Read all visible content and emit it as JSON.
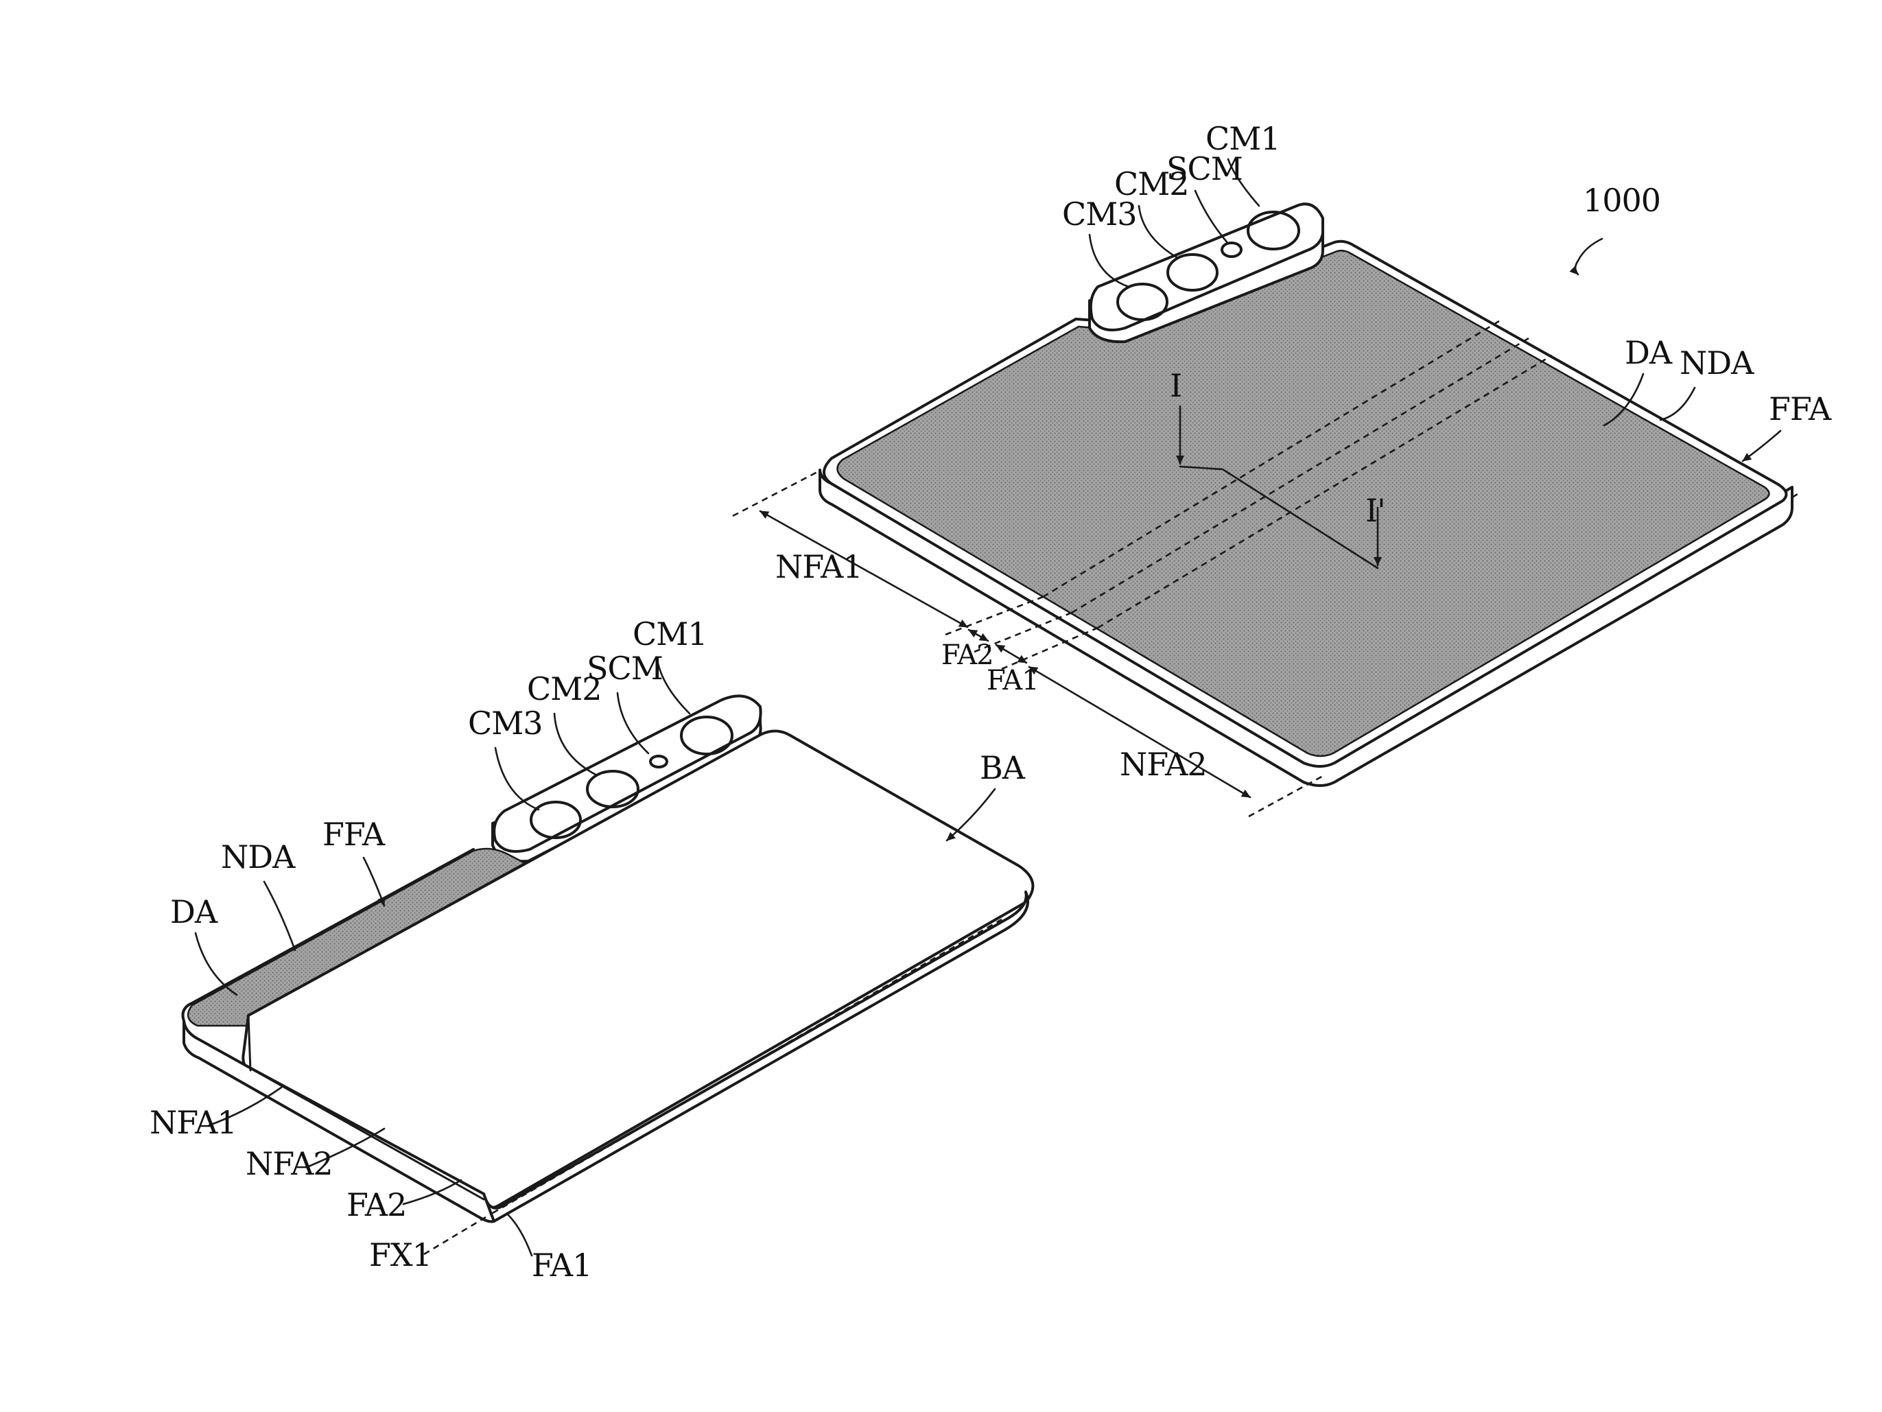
{
  "figure": {
    "reference_numeral": "1000",
    "unfolded": {
      "labels": {
        "cm1": "CM1",
        "scm": "SCM",
        "cm2": "CM2",
        "cm3": "CM3",
        "da": "DA",
        "nda": "NDA",
        "ffa": "FFA",
        "section_i": "I",
        "section_i_prime": "I'",
        "nfa1": "NFA1",
        "fa2": "FA2",
        "fa1": "FA1",
        "nfa2": "NFA2"
      }
    },
    "folded": {
      "labels": {
        "cm1": "CM1",
        "scm": "SCM",
        "cm2": "CM2",
        "cm3": "CM3",
        "ba": "BA",
        "ffa": "FFA",
        "nda": "NDA",
        "da": "DA",
        "nfa1": "NFA1",
        "nfa2": "NFA2",
        "fa2": "FA2",
        "fx1": "FX1",
        "fa1": "FA1"
      }
    }
  },
  "colors": {
    "line": "#1a1a1a",
    "display_fill": "#9a9a9a",
    "background": "#ffffff"
  }
}
